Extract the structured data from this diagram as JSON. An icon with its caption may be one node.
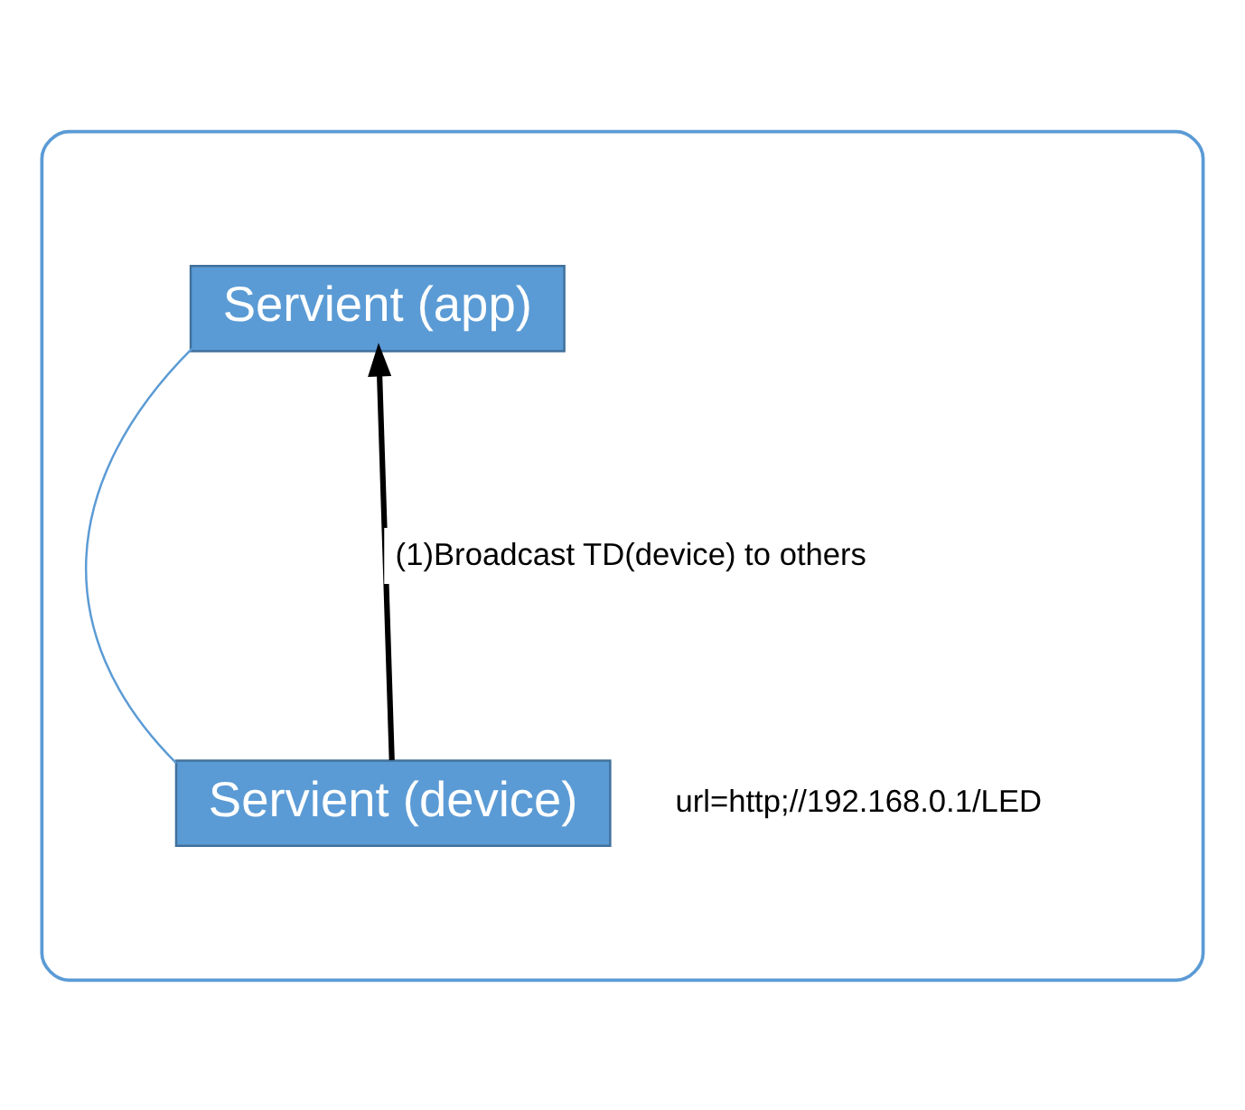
{
  "diagram": {
    "nodes": [
      {
        "text": [],
        "shape": "box"
      },
      {
        "text": [
          "Servient (app)"
        ],
        "in": 0
      },
      {
        "text": [
          "Servient (device)"
        ],
        "in": 0,
        "beside": [
          "url=http;//192.168.0.1/LED"
        ]
      }
    ],
    "edges": [
      {
        "from": 2,
        "to": 1,
        "arrow": "none",
        "color": "#5b9bd5"
      },
      {
        "from": 2,
        "to": 1,
        "arrow": "to",
        "style": "thick",
        "color": "#000000",
        "label": "(1)Broadcast TD(device) to others"
      }
    ]
  }
}
